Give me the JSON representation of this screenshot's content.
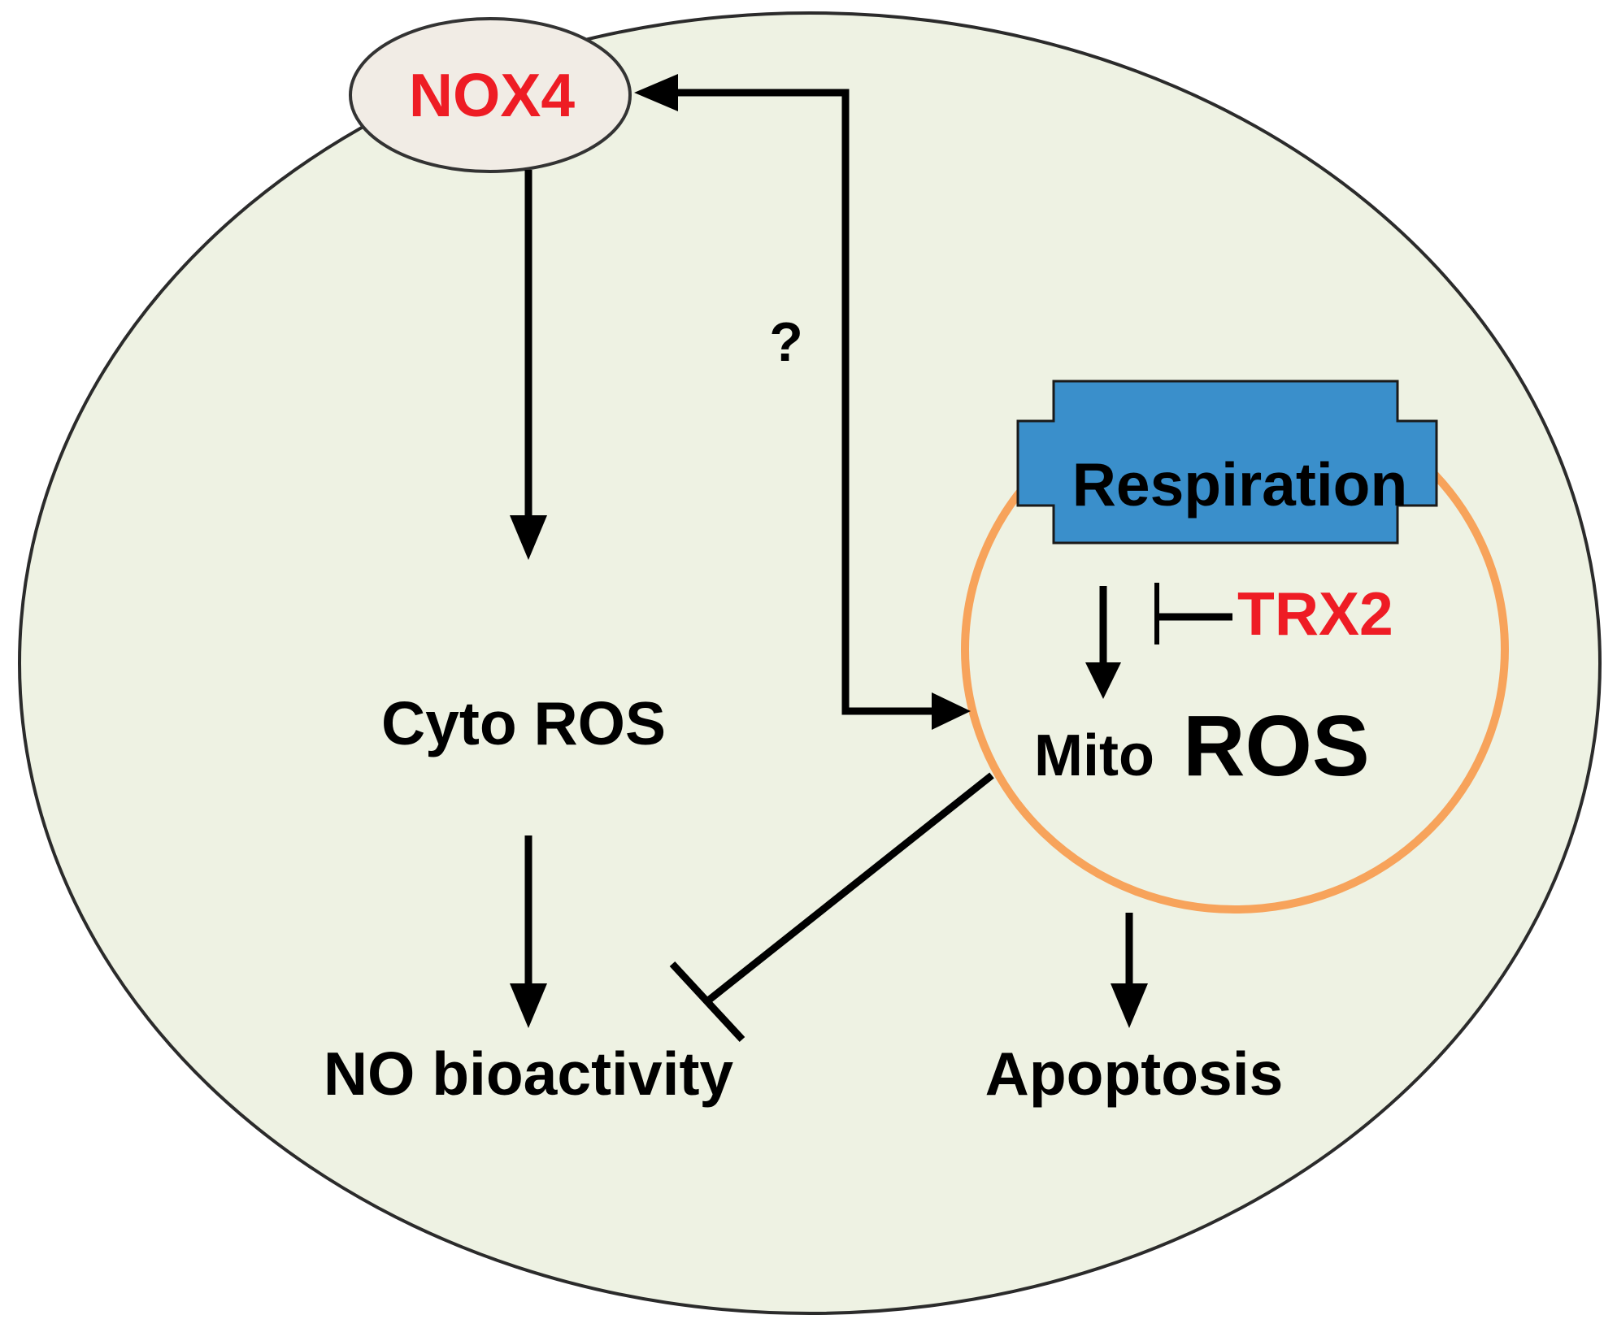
{
  "diagram": {
    "nox4": "NOX4",
    "cyto_ros": "Cyto ROS",
    "question_mark": "?",
    "respiration": "Respiration",
    "trx2": "TRX2",
    "mito_ros": {
      "prefix": "Mito",
      "main": "ROS"
    },
    "no_bioactivity": "NO bioactivity",
    "apoptosis": "Apoptosis"
  },
  "colors": {
    "cell_fill": "#eef2e3",
    "nox4_fill": "#f1ece5",
    "respiration_fill": "#3a8fcb",
    "mito_ring": "#f7a35b",
    "highlight_text": "#ee1c24",
    "default_text": "#000000"
  }
}
